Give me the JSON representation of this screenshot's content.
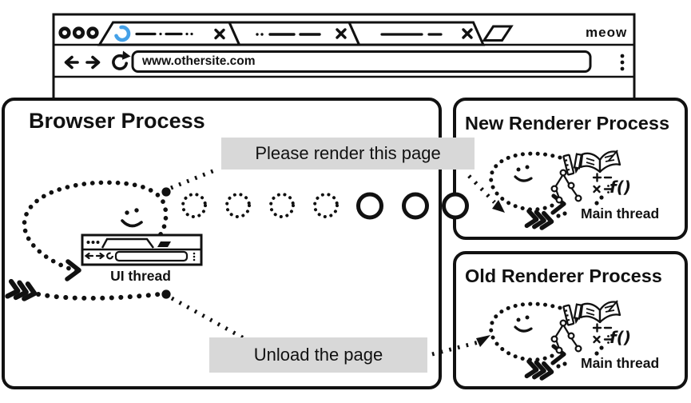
{
  "chrome": {
    "brand": "meow",
    "url": "www.othersite.com",
    "tabs": [
      {
        "state": "loading-active"
      },
      {
        "state": "background"
      },
      {
        "state": "background"
      }
    ]
  },
  "browser_process": {
    "title": "Browser Process",
    "thread_label": "UI thread"
  },
  "new_renderer_process": {
    "title": "New Renderer Process",
    "thread_label": "Main thread"
  },
  "old_renderer_process": {
    "title": "Old Renderer Process",
    "thread_label": "Main thread"
  },
  "messages": {
    "render_request": "Please render this page",
    "unload_request": "Unload the page"
  },
  "glyphs": {
    "function_label": "f()"
  },
  "colors": {
    "ink": "#111111",
    "label_bg": "#d8d8d8",
    "spinner_blue": "#45a1e8"
  }
}
